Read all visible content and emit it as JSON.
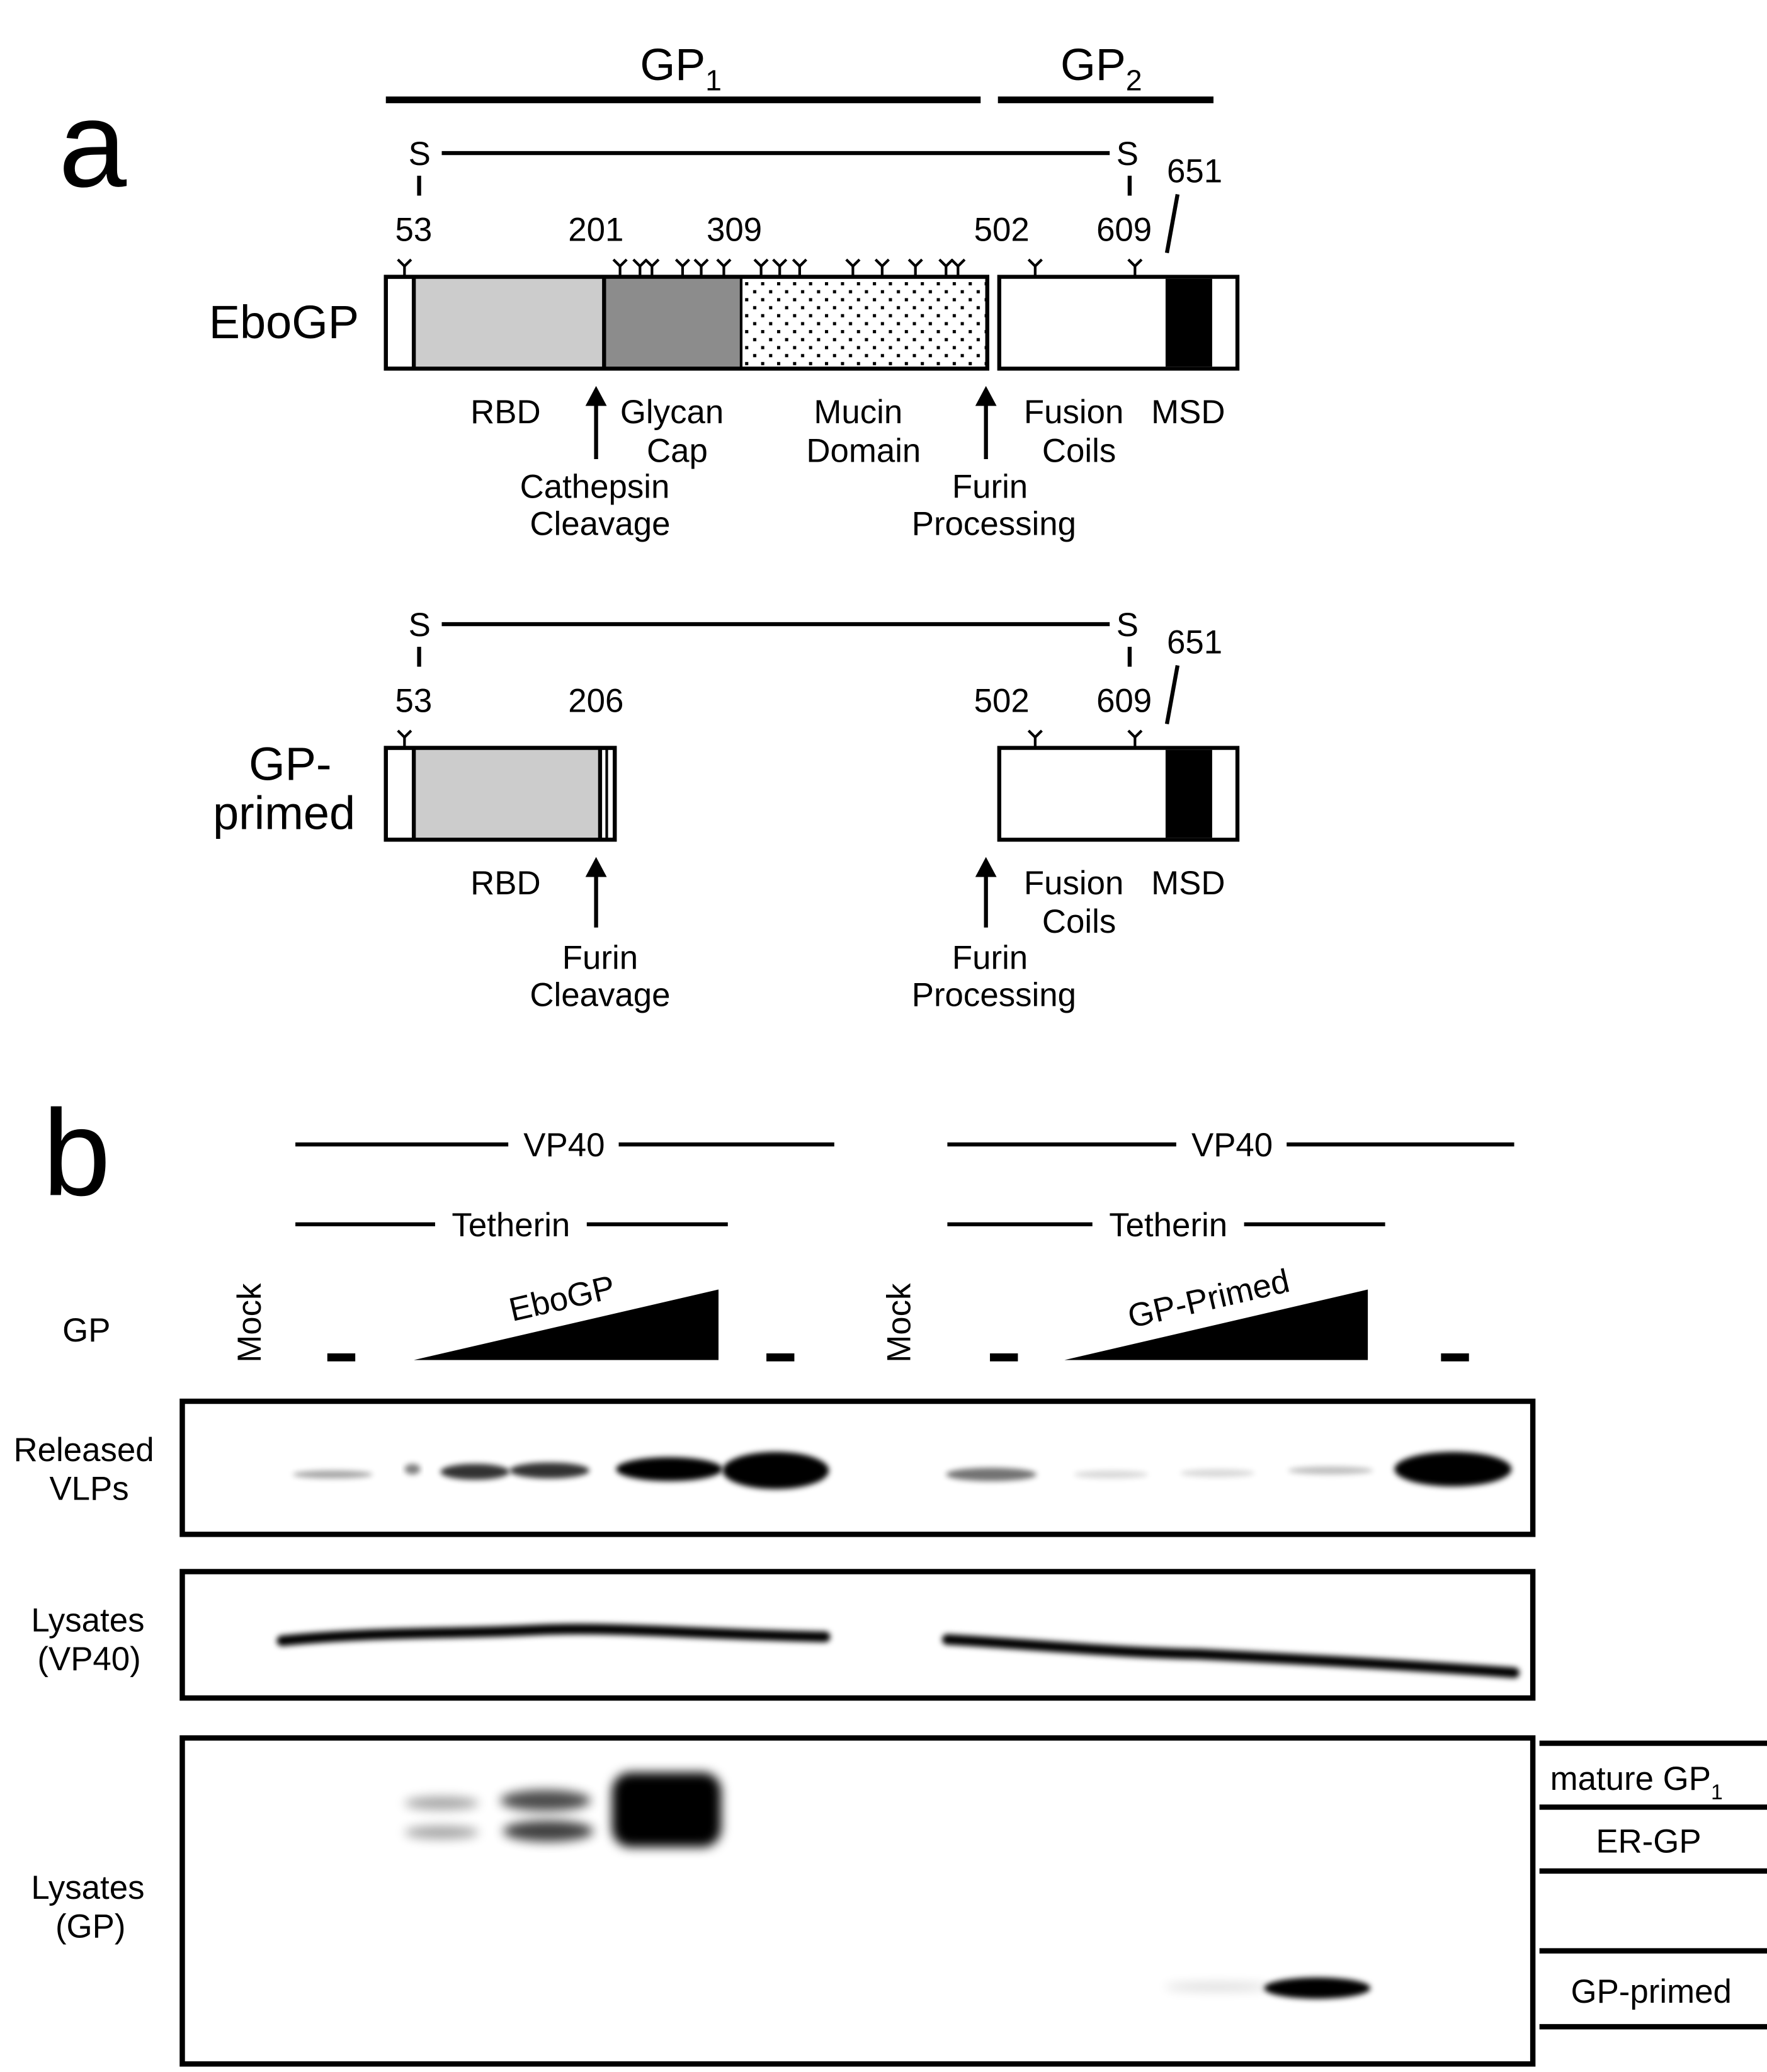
{
  "panel_a": {
    "letter": "a",
    "gp1_label": "GP",
    "gp1_sub": "1",
    "gp2_label": "GP",
    "gp2_sub": "2",
    "ebogp": {
      "name": "EboGP",
      "s_left": "S",
      "s_right": "S",
      "positions": {
        "p53": "53",
        "p201": "201",
        "p309": "309",
        "p502": "502",
        "p609": "609",
        "p651": "651"
      },
      "domains": {
        "rbd": "RBD",
        "glycan1": "Glycan",
        "glycan2": "Cap",
        "mucin1": "Mucin",
        "mucin2": "Domain",
        "fusion1": "Fusion",
        "fusion2": "Coils",
        "msd": "MSD"
      },
      "arrows": {
        "cathepsin1": "Cathepsin",
        "cathepsin2": "Cleavage",
        "furin1": "Furin",
        "furin2": "Processing"
      },
      "colors": {
        "rbd": "#cccccc",
        "glycan_cap": "#8c8c8c",
        "mucin": "#ffffff",
        "msd": "#000000"
      }
    },
    "gp_primed": {
      "name1": "GP-",
      "name2": "primed",
      "s_left": "S",
      "s_right": "S",
      "positions": {
        "p53": "53",
        "p206": "206",
        "p502": "502",
        "p609": "609",
        "p651": "651"
      },
      "domains": {
        "rbd": "RBD",
        "fusion1": "Fusion",
        "fusion2": "Coils",
        "msd": "MSD"
      },
      "arrows": {
        "furin_cleavage1": "Furin",
        "furin_cleavage2": "Cleavage",
        "furin_proc1": "Furin",
        "furin_proc2": "Processing"
      }
    }
  },
  "panel_b": {
    "letter": "b",
    "vp40_left": "VP40",
    "vp40_right": "VP40",
    "tetherin_left": "Tetherin",
    "tetherin_right": "Tetherin",
    "gp_row_label": "GP",
    "mock_left": "Mock",
    "mock_right": "Mock",
    "ebogp_wedge": "EboGP",
    "gpprimed_wedge": "GP-Primed",
    "blots": {
      "released1": "Released",
      "released2": "VLPs",
      "lys_vp40_1": "Lysates",
      "lys_vp40_2": "(VP40)",
      "lys_gp_1": "Lysates",
      "lys_gp_2": "(GP)"
    },
    "markers": {
      "mature": "mature GP",
      "mature_sub": "1",
      "er": "ER-GP",
      "primed": "GP-primed"
    }
  }
}
